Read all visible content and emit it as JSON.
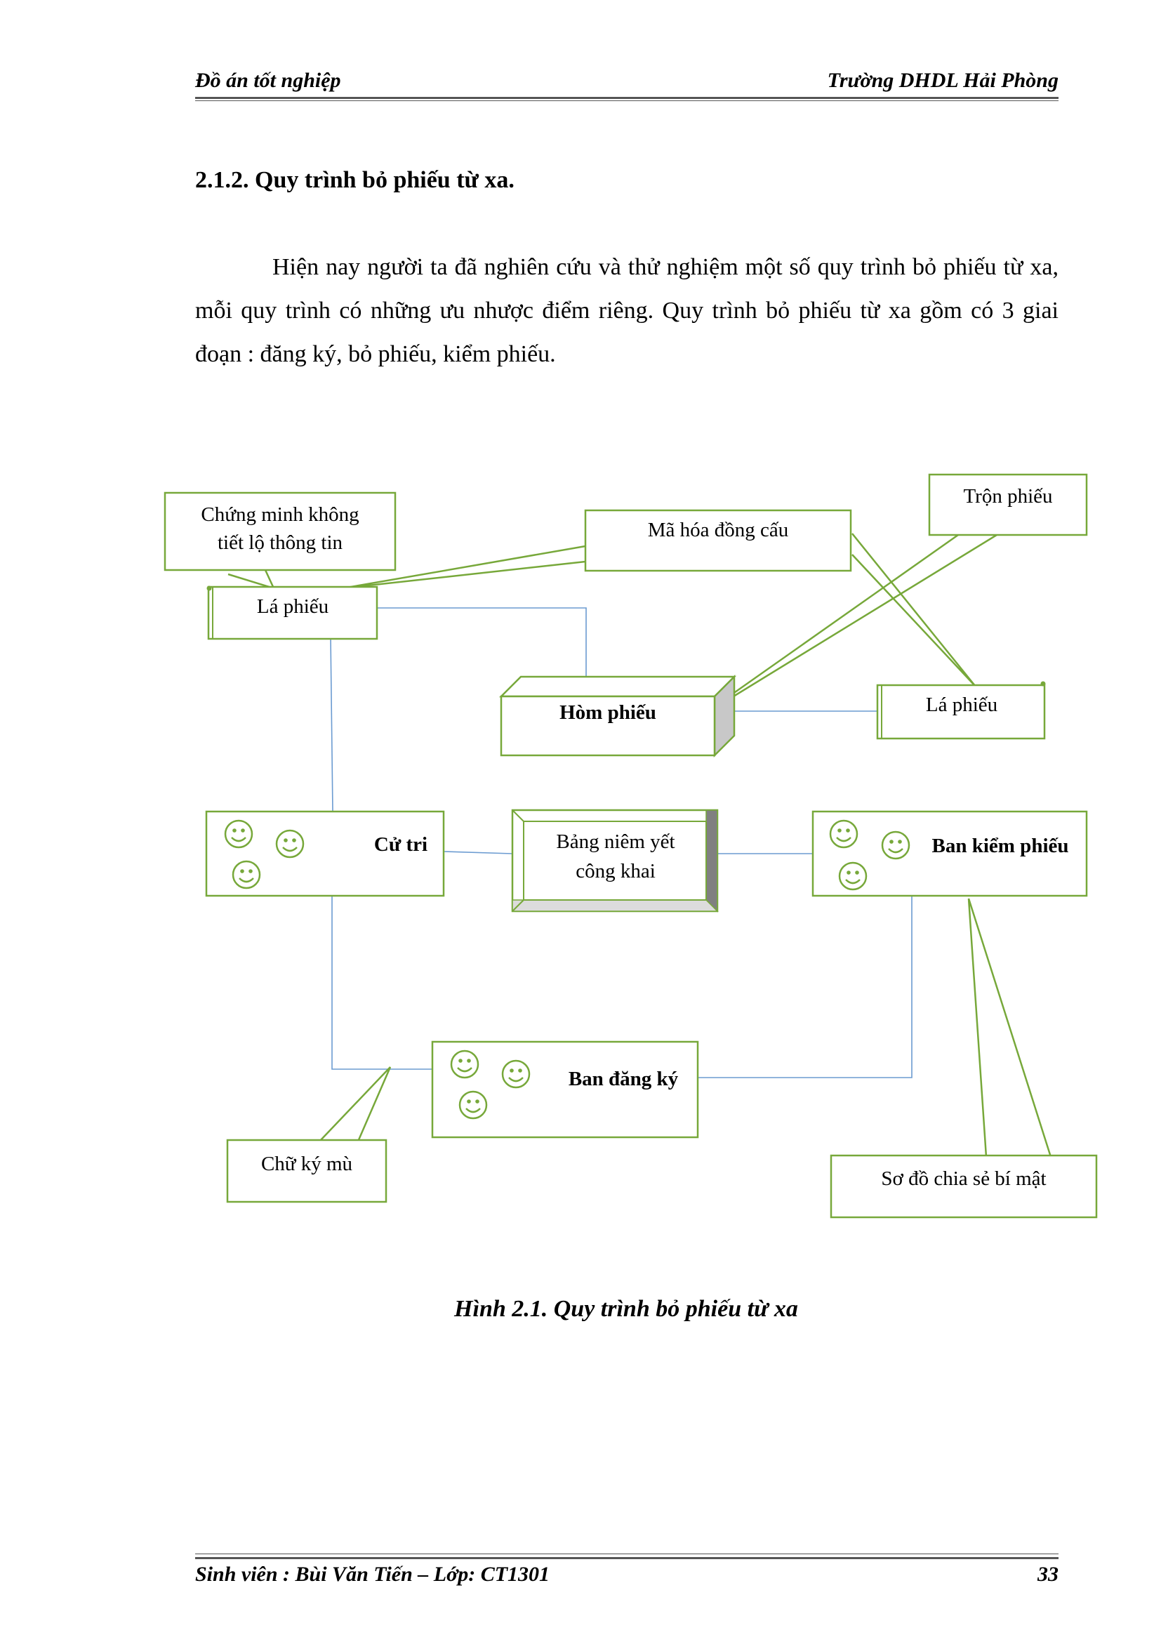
{
  "header": {
    "left": "Đồ án tốt nghiệp",
    "right": "Trường DHDL Hải Phòng"
  },
  "section": {
    "title": "2.1.2.  Quy trình bỏ phiếu từ xa.",
    "paragraph": "Hiện nay người ta đã nghiên cứu và thử nghiệm một số quy trình bỏ phiếu từ xa, mỗi quy trình có những ưu nhược điểm riêng. Quy trình bỏ phiếu từ xa gồm có 3 giai đoạn : đăng ký, bỏ phiếu, kiểm phiếu."
  },
  "diagram": {
    "callout_zero_knowledge_1": "Chứng minh không",
    "callout_zero_knowledge_2": "tiết lộ thông tin",
    "callout_homomorphic": "Mã hóa đồng cấu",
    "callout_mix": "Trộn phiếu",
    "ballot_left": "Lá phiếu",
    "ballot_box": "Hòm phiếu",
    "ballot_right": "Lá phiếu",
    "voter": "Cử tri",
    "bulletin_board_1": "Bảng niêm yết",
    "bulletin_board_2": "công khai",
    "tally_authority": "Ban kiểm phiếu",
    "registration": "Ban đăng ký",
    "callout_blind_signature": "Chữ ký mù",
    "callout_secret_sharing": "Sơ đồ chia sẻ bí mật",
    "colors": {
      "box_stroke": "#77a83a",
      "connector": "#6b9bd1",
      "smiley": "#77a83a",
      "box3d_side": "#c8c8c8"
    }
  },
  "caption": "Hình 2.1. Quy trình bỏ phiếu từ xa",
  "footer": {
    "left": "Sinh viên : Bùi Văn Tiến – Lớp: CT1301",
    "page_number": "33"
  }
}
